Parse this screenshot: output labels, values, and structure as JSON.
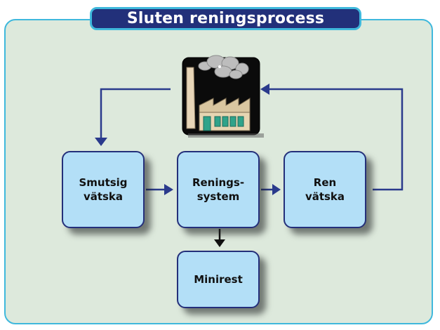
{
  "diagram": {
    "title": "Sluten reningsprocess",
    "nodes": [
      {
        "id": "smutsig",
        "label": "Smutsig\nvätska"
      },
      {
        "id": "renings",
        "label": "Renings-\nsystem"
      },
      {
        "id": "ren",
        "label": "Ren\nvätska"
      },
      {
        "id": "minirest",
        "label": "Minirest"
      }
    ],
    "factory_icon": "factory-icon",
    "colors": {
      "panel_bg": "#dde9dc",
      "panel_border": "#3fb8dc",
      "title_bg": "#22307a",
      "box_fill": "#b3dff7",
      "box_border": "#242f7a",
      "arrow": "#2a3a8c"
    }
  }
}
